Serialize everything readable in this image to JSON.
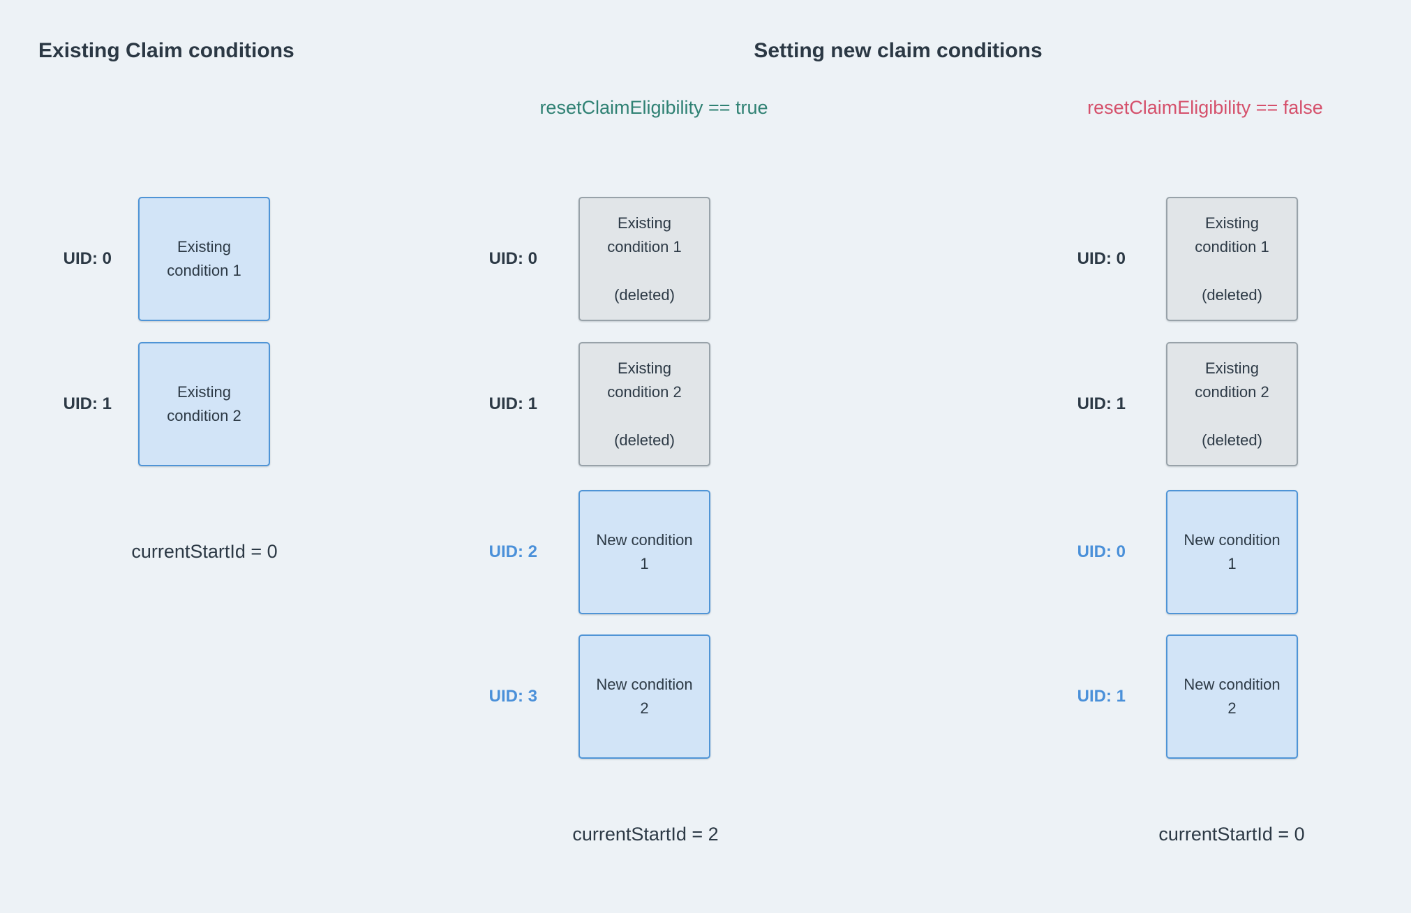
{
  "colors": {
    "background": "#edf2f6",
    "heading_text": "#2b3844",
    "body_text": "#2c3945",
    "true_label_green": "#2f8173",
    "false_label_red": "#d5506b",
    "uid_new_blue": "#4a90d9",
    "blue_box_fill": "#d2e4f7",
    "blue_box_border": "#4f94d6",
    "gray_box_fill": "#e1e5e8",
    "gray_box_border": "#98a2a9"
  },
  "headers": {
    "left_title": "Existing Claim conditions",
    "right_title": "Setting new claim conditions"
  },
  "scenarios": {
    "true_label": "resetClaimEligibility == true",
    "false_label": "resetClaimEligibility == false"
  },
  "columns": [
    {
      "id": "existing",
      "items": [
        {
          "uid": "UID: 0",
          "label": "Existing\ncondition 1"
        },
        {
          "uid": "UID: 1",
          "label": "Existing\ncondition 2"
        }
      ],
      "footer": "currentStartId = 0"
    },
    {
      "id": "reset-true",
      "items": [
        {
          "uid": "UID: 0",
          "label": "Existing\ncondition 1",
          "note": "(deleted)"
        },
        {
          "uid": "UID: 1",
          "label": "Existing\ncondition 2",
          "note": "(deleted)"
        },
        {
          "uid": "UID: 2",
          "label": "New condition\n1"
        },
        {
          "uid": "UID: 3",
          "label": "New condition\n2"
        }
      ],
      "footer": "currentStartId = 2"
    },
    {
      "id": "reset-false",
      "items": [
        {
          "uid": "UID: 0",
          "label": "Existing\ncondition 1",
          "note": "(deleted)"
        },
        {
          "uid": "UID: 1",
          "label": "Existing\ncondition 2",
          "note": "(deleted)"
        },
        {
          "uid": "UID: 0",
          "label": "New condition\n1"
        },
        {
          "uid": "UID: 1",
          "label": "New condition\n2"
        }
      ],
      "footer": "currentStartId = 0"
    }
  ]
}
